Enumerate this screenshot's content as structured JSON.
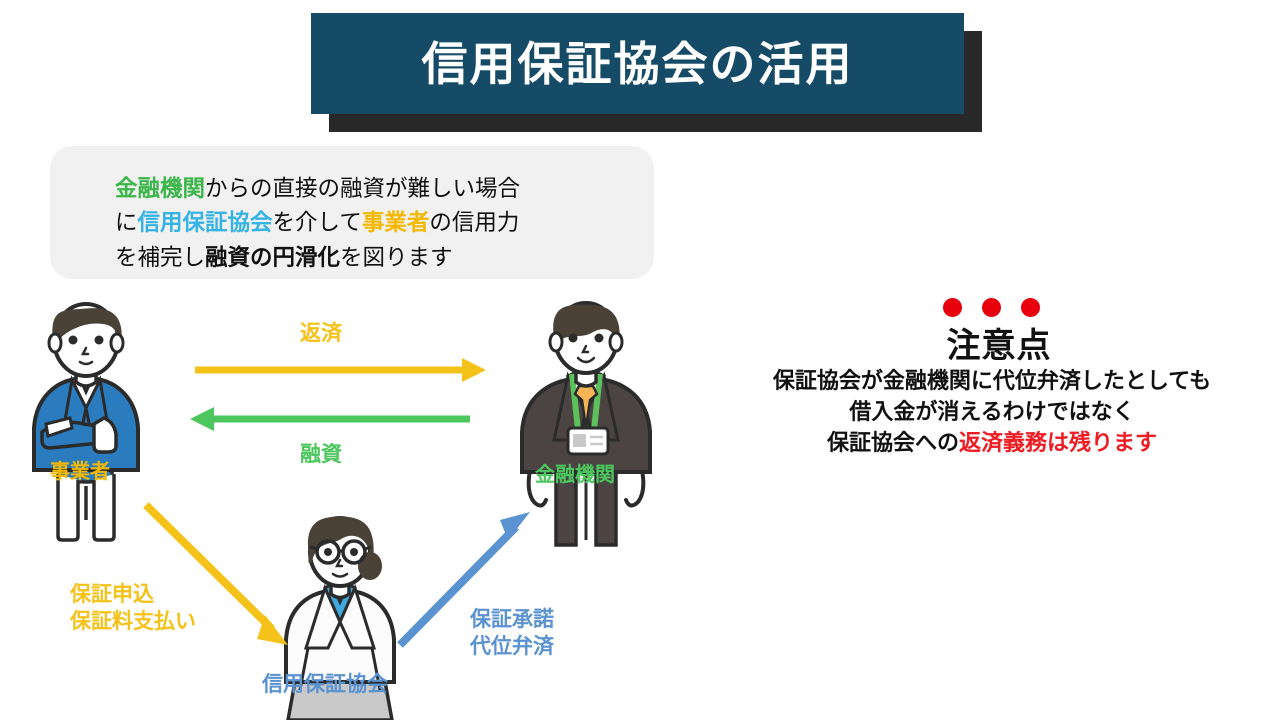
{
  "slide": {
    "title": "信用保証協会の活用",
    "background_color": "#FFFFFF",
    "title_banner_color": "#154B66",
    "title_shadow_color": "#282828"
  },
  "description": {
    "box_color": "#F1F1F1",
    "line1_part1": "金融機関",
    "line1_part2": "からの直接の融資が難しい場合",
    "line2_part1": "に",
    "line2_part2": "信用保証協会",
    "line2_part3": "を介して",
    "line2_part4": "事業者",
    "line2_part5": "の信用力",
    "line3_part1": "を補完し",
    "line3_part2": "融資の円滑化",
    "line3_part3": "を図ります",
    "colors": {
      "kinyu_kikan": "#3CB54A",
      "shinyo_hosho_kyokai": "#34B3E4",
      "jigyosha": "#F5B800",
      "emphasis": "#111111"
    }
  },
  "diagram": {
    "actors": {
      "jigyosha": {
        "label": "事業者",
        "color": "#F5B800"
      },
      "kinyu_kikan": {
        "label": "金融機関",
        "color": "#4CC75E"
      },
      "shinyo_hosho_kyokai": {
        "label": "信用保証協会",
        "color": "#5B92D0"
      }
    },
    "flows": {
      "hensai": {
        "label": "返済",
        "color": "#F5C21A",
        "direction": "right"
      },
      "yushi": {
        "label": "融資",
        "color": "#4CC75E",
        "direction": "left"
      },
      "hosho_moshikomi": {
        "label": "保証申込\n保証料支払い",
        "color": "#F5C21A",
        "direction": "down-right"
      },
      "hosho_shodaku": {
        "label": "保証承諾\n代位弁済",
        "color": "#5B92D0",
        "direction": "up-right"
      }
    }
  },
  "caution": {
    "heading": "注意点",
    "dot_color": "#E8000D",
    "line1": "保証協会が金融機関に代位弁済したとしても",
    "line2": "借入金が消えるわけではなく",
    "line3_part1": "保証協会への",
    "line3_part2": "返済義務は残ります",
    "highlight_color": "#EE1C23"
  }
}
